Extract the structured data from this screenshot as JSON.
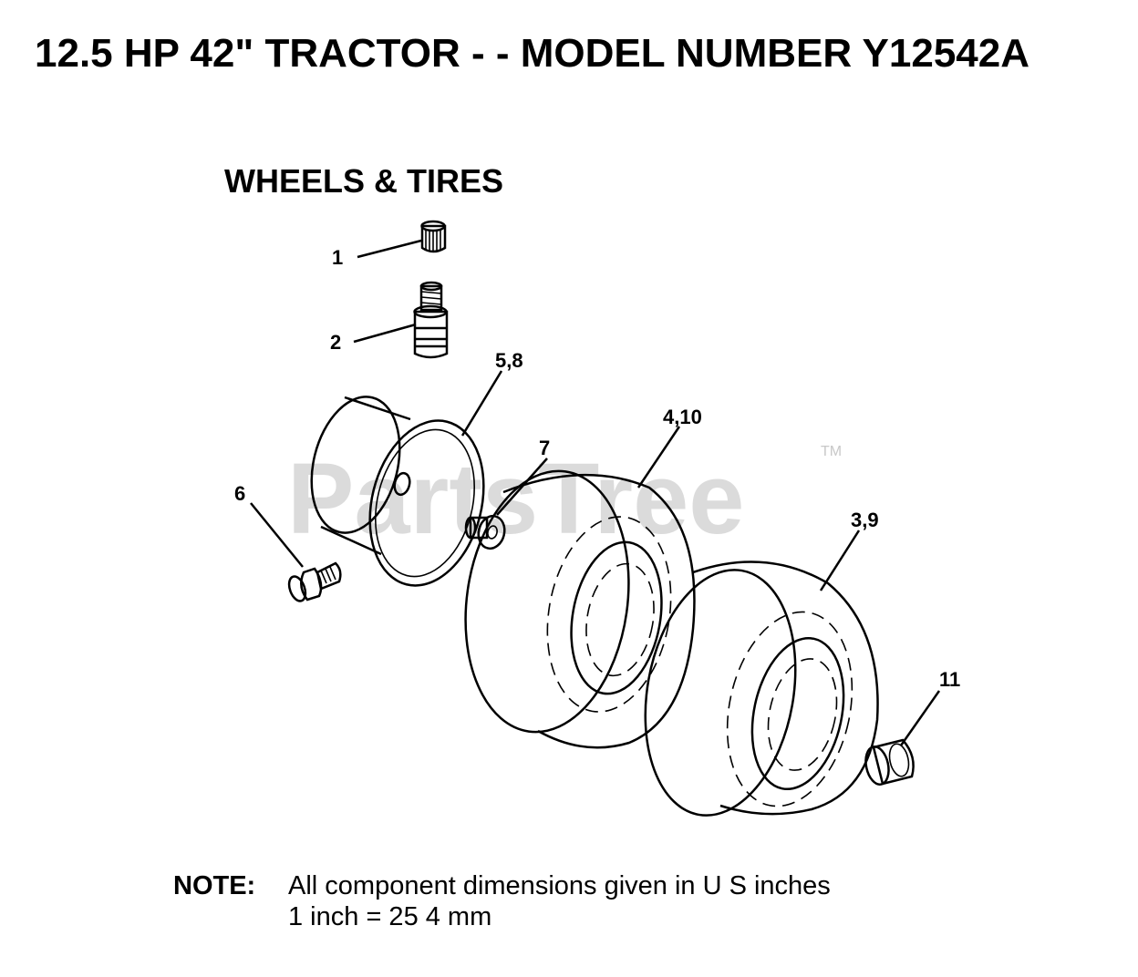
{
  "title": "12.5 HP 42\" TRACTOR - - MODEL NUMBER Y12542A",
  "section_title": "WHEELS & TIRES",
  "watermark": {
    "text": "PartsTree",
    "tm": "TM"
  },
  "callouts": {
    "c1": "1",
    "c2": "2",
    "c58": "5,8",
    "c410": "4,10",
    "c7": "7",
    "c6": "6",
    "c39": "3,9",
    "c11": "11"
  },
  "note": {
    "label": "NOTE:",
    "line1": "All component dimensions given in U S  inches",
    "line2": "1 inch = 25 4 mm"
  }
}
